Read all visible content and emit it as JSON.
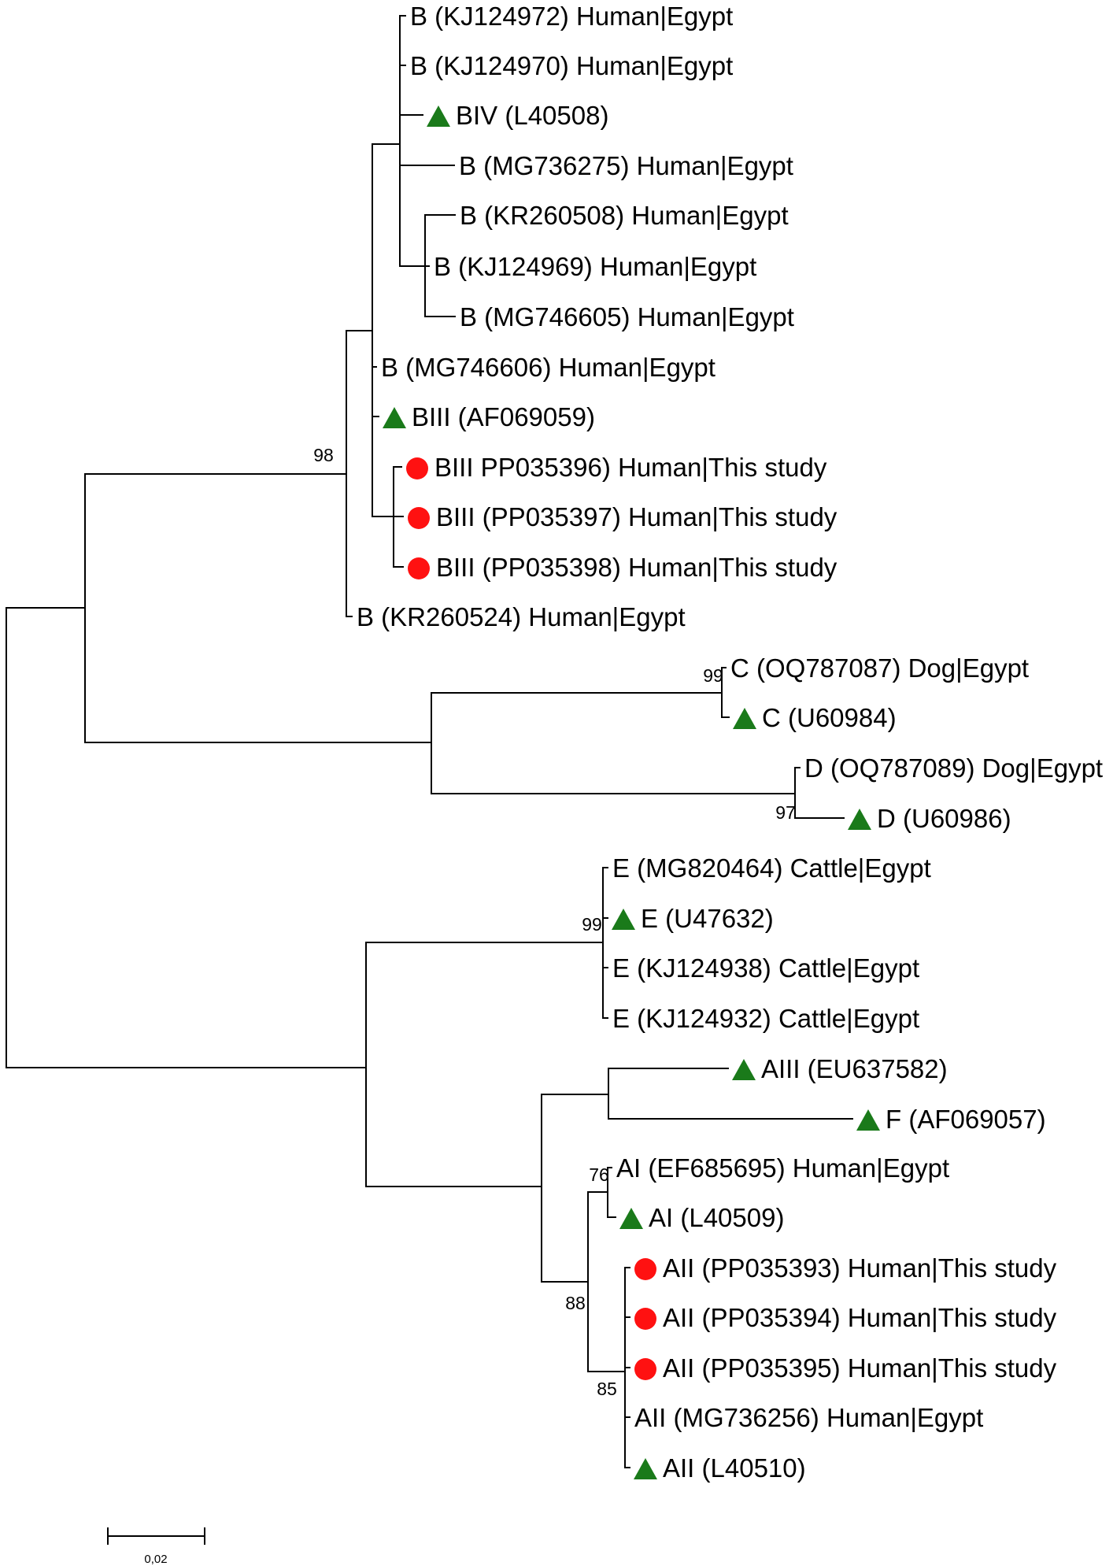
{
  "colors": {
    "reference_marker": "#1a7a1a",
    "study_marker": "#ff1111",
    "line": "#000000"
  },
  "markers": {
    "reference": "green-triangle",
    "this_study": "red-circle"
  },
  "leaves": [
    {
      "label": "B (KJ124972) Human|Egypt",
      "marker": "none"
    },
    {
      "label": "B (KJ124970) Human|Egypt",
      "marker": "none"
    },
    {
      "label": "BIV (L40508)",
      "marker": "triangle"
    },
    {
      "label": "B (MG736275) Human|Egypt",
      "marker": "none"
    },
    {
      "label": "B (KR260508) Human|Egypt",
      "marker": "none"
    },
    {
      "label": "B (KJ124969) Human|Egypt",
      "marker": "none"
    },
    {
      "label": "B (MG746605) Human|Egypt",
      "marker": "none"
    },
    {
      "label": "B (MG746606) Human|Egypt",
      "marker": "none"
    },
    {
      "label": "BIII (AF069059)",
      "marker": "triangle"
    },
    {
      "label": "BIII PP035396) Human|This study",
      "marker": "circle"
    },
    {
      "label": "BIII (PP035397) Human|This study",
      "marker": "circle"
    },
    {
      "label": "BIII (PP035398) Human|This study",
      "marker": "circle"
    },
    {
      "label": "B (KR260524) Human|Egypt",
      "marker": "none"
    },
    {
      "label": "C (OQ787087) Dog|Egypt",
      "marker": "none"
    },
    {
      "label": "C (U60984)",
      "marker": "triangle"
    },
    {
      "label": "D (OQ787089) Dog|Egypt",
      "marker": "none"
    },
    {
      "label": "D (U60986)",
      "marker": "triangle"
    },
    {
      "label": "E (MG820464) Cattle|Egypt",
      "marker": "none"
    },
    {
      "label": "E (U47632)",
      "marker": "triangle"
    },
    {
      "label": "E (KJ124938) Cattle|Egypt",
      "marker": "none"
    },
    {
      "label": "E (KJ124932) Cattle|Egypt",
      "marker": "none"
    },
    {
      "label": "AIII (EU637582)",
      "marker": "triangle"
    },
    {
      "label": "F (AF069057)",
      "marker": "triangle"
    },
    {
      "label": "AI (EF685695) Human|Egypt",
      "marker": "none"
    },
    {
      "label": "AI (L40509)",
      "marker": "triangle"
    },
    {
      "label": "AII (PP035393) Human|This study",
      "marker": "circle"
    },
    {
      "label": "AII (PP035394) Human|This study",
      "marker": "circle"
    },
    {
      "label": "AII (PP035395) Human|This study",
      "marker": "circle"
    },
    {
      "label": "AII (MG736256) Human|Egypt",
      "marker": "none"
    },
    {
      "label": "AII (L40510)",
      "marker": "triangle"
    }
  ],
  "bootstrap": [
    "98",
    "99",
    "97",
    "99",
    "76",
    "88",
    "85"
  ],
  "scale_bar": {
    "label": "0,02"
  }
}
